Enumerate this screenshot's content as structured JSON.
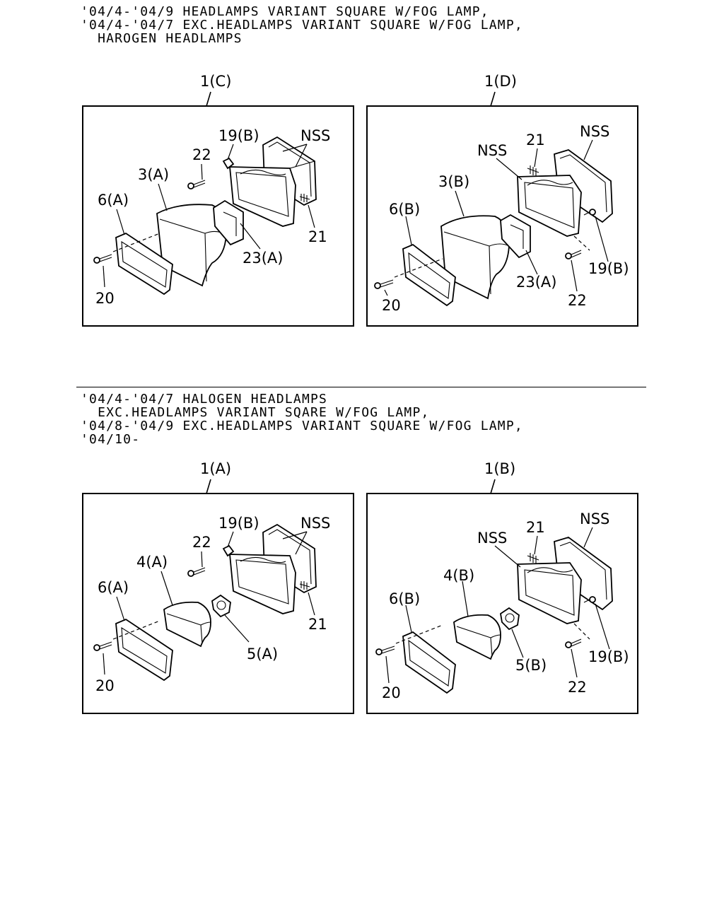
{
  "headers": {
    "top": {
      "line1": "'04/4-'04/9 HEADLAMPS VARIANT SQUARE W/FOG LAMP,",
      "line2": "'04/4-'04/7 EXC.HEADLAMPS VARIANT SQUARE W/FOG LAMP,",
      "line3": "  HAROGEN HEADLAMPS"
    },
    "bottom": {
      "line1": "'04/4-'04/7 HALOGEN HEADLAMPS",
      "line2": "  EXC.HEADLAMPS VARIANT SQARE W/FOG LAMP,",
      "line3": "'04/8-'04/9 EXC.HEADLAMPS VARIANT SQUARE W/FOG LAMP,",
      "line4": "'04/10-"
    }
  },
  "panels": {
    "c": {
      "title": "1(C)",
      "labels": {
        "p19": "19(B)",
        "nss": "NSS",
        "p22": "22",
        "p3": "3(A)",
        "p6": "6(A)",
        "p21": "21",
        "p23": "23(A)",
        "p20": "20"
      }
    },
    "d": {
      "title": "1(D)",
      "labels": {
        "nss_back": "NSS",
        "p21": "21",
        "nss_front": "NSS",
        "p3": "3(B)",
        "p6": "6(B)",
        "p19": "19(B)",
        "p23": "23(A)",
        "p22": "22",
        "p20": "20"
      }
    },
    "a": {
      "title": "1(A)",
      "labels": {
        "p19": "19(B)",
        "nss": "NSS",
        "p22": "22",
        "p4": "4(A)",
        "p6": "6(A)",
        "p21": "21",
        "p5": "5(A)",
        "p20": "20"
      }
    },
    "b": {
      "title": "1(B)",
      "labels": {
        "nss_back": "NSS",
        "p21": "21",
        "nss_front": "NSS",
        "p4": "4(B)",
        "p6": "6(B)",
        "p5": "5(B)",
        "p19": "19(B)",
        "p22": "22",
        "p20": "20"
      }
    }
  }
}
